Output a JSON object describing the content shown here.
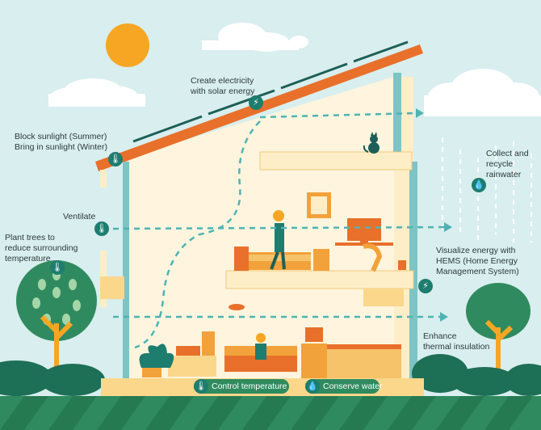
{
  "labels": {
    "solar": "Create electricity\nwith solar energy",
    "sunlight": "Block sunlight (Summer)\nBring in sunlight (Winter)",
    "rainwater": "Collect and\nrecycle\nrainwater",
    "ventilate": "Ventilate",
    "trees": "Plant trees to\nreduce surrounding\ntemperature",
    "hems": "Visualize energy with\nHEMS (Home Energy\nManagement System)",
    "insulation": "Enhance\nthermal insulation",
    "control_temp": "Control temperature",
    "conserve_water": "Conserve water"
  },
  "icons": {
    "solar": "lightning-icon",
    "sunlight": "thermometer-icon",
    "rainwater": "water-drop-icon",
    "ventilate": "thermometer-icon",
    "trees": "thermometer-icon",
    "hems": "lightning-icon",
    "control_temp": "thermometer-icon",
    "conserve_water": "water-drop-icon"
  },
  "colors": {
    "sky": "#d9eeee",
    "roof": "#e8702a",
    "house_wall": "#fdeec8",
    "accent_teal": "#1d7d6f",
    "grass": "#2f8b5f",
    "sun": "#f6a623"
  }
}
